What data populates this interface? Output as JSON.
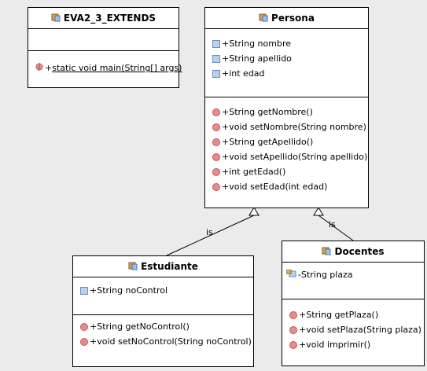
{
  "classes": {
    "eva": {
      "name": "EVA2_3_EXTENDS",
      "attributes": [],
      "methods": [
        {
          "vis": "+",
          "text": "static void main(String[] args)"
        }
      ]
    },
    "persona": {
      "name": "Persona",
      "attributes": [
        {
          "vis": "+",
          "text": "String nombre"
        },
        {
          "vis": "+",
          "text": "String apellido"
        },
        {
          "vis": "+",
          "text": "int edad"
        }
      ],
      "methods": [
        {
          "vis": "+",
          "text": "String getNombre()"
        },
        {
          "vis": "+",
          "text": "void setNombre(String nombre)"
        },
        {
          "vis": "+",
          "text": "String getApellido()"
        },
        {
          "vis": "+",
          "text": "void setApellido(String apellido)"
        },
        {
          "vis": "+",
          "text": "int getEdad()"
        },
        {
          "vis": "+",
          "text": "void setEdad(int edad)"
        }
      ]
    },
    "estudiante": {
      "name": "Estudiante",
      "attributes": [
        {
          "vis": "+",
          "text": "String noControl"
        }
      ],
      "methods": [
        {
          "vis": "+",
          "text": "String getNoControl()"
        },
        {
          "vis": "+",
          "text": "void setNoControl(String noControl)"
        }
      ]
    },
    "docentes": {
      "name": "Docentes",
      "attributes": [
        {
          "vis": "-",
          "text": "String plaza"
        }
      ],
      "methods": [
        {
          "vis": "+",
          "text": "String getPlaza()"
        },
        {
          "vis": "+",
          "text": "void setPlaza(String plaza)"
        },
        {
          "vis": "+",
          "text": "void imprimir()"
        }
      ]
    }
  },
  "relations": {
    "estudiante_persona": "is",
    "docentes_persona": "is"
  },
  "colors": {
    "background": "#ebebeb",
    "field_icon": "#b9d0ec",
    "method_icon": "#e88b8b"
  },
  "icons": {
    "class": "class-icon",
    "field": "field-icon",
    "private_field": "private-field-icon",
    "method": "method-icon"
  }
}
